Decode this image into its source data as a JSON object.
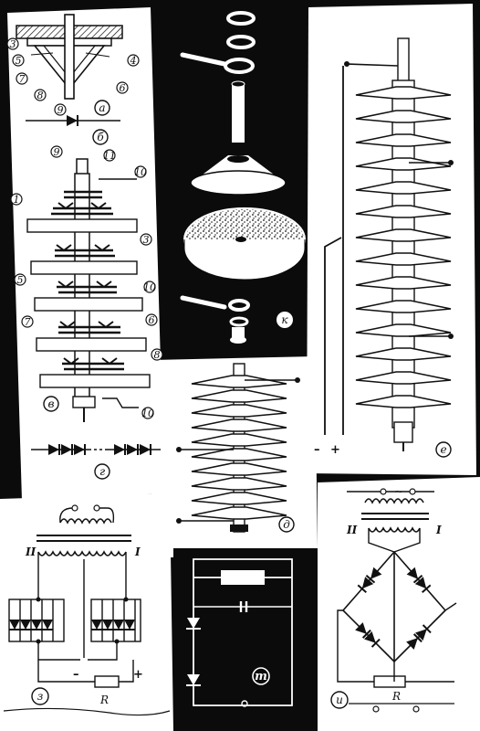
{
  "panels": {
    "a": {
      "label": "а"
    },
    "b": {
      "label": "б"
    },
    "v": {
      "label": "в"
    },
    "g": {
      "label": "г"
    },
    "d": {
      "label": "д"
    },
    "e": {
      "label": "е"
    },
    "k": {
      "label": "к"
    },
    "z": {
      "label": "з"
    },
    "i": {
      "label": "и"
    }
  },
  "callouts_a": [
    "3",
    "4",
    "5",
    "6",
    "7",
    "8",
    "9"
  ],
  "callouts_v": [
    "9",
    "11",
    "10",
    "1",
    "3",
    "5",
    "10",
    "7",
    "6",
    "8",
    "10"
  ],
  "panel_e_terminals": {
    "minus": "–",
    "plus": "+"
  },
  "panel_z": {
    "winding_left": "II",
    "winding_right": "I",
    "minus": "–",
    "plus": "+",
    "resistor": "R"
  },
  "panel_i": {
    "winding_left": "II",
    "winding_right": "I",
    "ac": "~",
    "resistor": "R"
  }
}
